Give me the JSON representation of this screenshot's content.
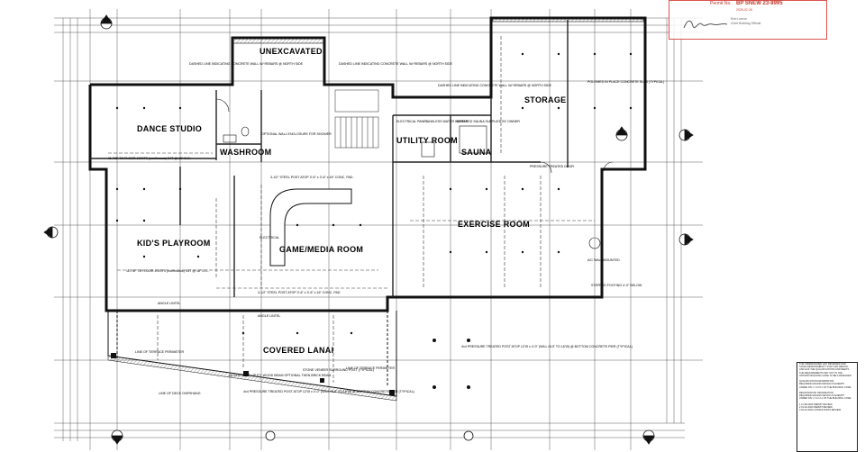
{
  "stamp": {
    "prefix": "Permit No.",
    "permit": "BP SNEW 23-8995",
    "date": "2025-02-26",
    "officer_name": "Rob Lemon",
    "officer_role": "Chief Building Official"
  },
  "rooms": {
    "unexcavated": "UNEXCAVATED",
    "storage": "STORAGE",
    "dance_studio": "DANCE STUDIO",
    "washroom": "WASHROOM",
    "utility_room": "UTILITY ROOM",
    "sauna": "SAUNA",
    "exercise_room": "EXERCISE ROOM",
    "kids_playroom": "KID'S PLAYROOM",
    "game_media_room": "GAME/MEDIA ROOM",
    "covered_lanai": "COVERED LANAI"
  },
  "notes": {
    "dashed_left": "DASHED LINE INDICATING CONCRETE WALL W/ REBARS @ NORTH SIDE",
    "dashed_right": "DASHED LINE INDICATING CONCRETE WALL W/ REBARS @ NORTH SIDE",
    "dashed_mid": "DASHED LINE INDICATING CONCRETE WALL W/ REBARS @ NORTH SIDE",
    "polished": "POLISHED IN PLACE CONCRETE SLAB (TYPICAL)",
    "electrical": "ELECTRICAL PANEL",
    "tankless": "TANKLESS WATER HEATER",
    "infrared": "INFRARED SAUNA SUPPLIED BY OWNER",
    "optional_wall": "OPTIONAL WALL ENCLOSURE FOR SHOWER",
    "joists_1": "11-7/8\" TJI FLOOR JOISTS (continuous) S4T @ 16\" O.C.",
    "joists_2": "11-7/8\" TJI FLOOR JOISTS (continuous) S4T @ 16\" O.C.",
    "steel_post_1": "3-1/2\" STEEL POST ATOP 3'-6\" x 3'-6\" x 16\" CONC. PAD",
    "steel_post_2": "3-1/2\" STEEL POST ATOP 3'-6\" x 3'-6\" x 16\" CONC. PAD",
    "angle_lintel_1": "ANGLE LINTEL",
    "angle_lintel_2": "ANGLE LINTEL",
    "line_terrace_1": "LINE OF TERRACE PERIMETER",
    "line_terrace_2": "LINE OF TERRACE PERIMETER",
    "line_deck": "LINE OF DECK OVERHANG",
    "pressure_treated_1": "4x4 PRESSURE TREATED POST ATOP 12\"Ø x 4'-0\" (WILL OUT TO 16\"Ø) @ BOTTOM CONCRETE PIER (TYPICAL)",
    "pressure_treated_2": "4x4 PRESSURE TREATED POST ATOP 12\"Ø x 4'-0\" (WILL OUT TO 16\"Ø) @ BOTTOM CONCRETE PIER (TYPICAL)",
    "stone_veneer": "STONE VENEER SURROUND POST (TYPICAL)",
    "optional_beam": "(4) 2x10 BUILT UP P.T. WOOD BEAM OPTIONAL THEN BRICK BEAM",
    "pressure_5": "PRESSURE TREATED DOOR",
    "stepped_footing": "STEPPED FOOTING 4'-0\" BELOW",
    "ac": "A/C WALL MOUNTED",
    "elec": "ELECTRICAL"
  },
  "section_marks": [
    "A",
    "A5",
    "B",
    "A5",
    "B",
    "A5",
    "C",
    "A5",
    "D",
    "A6"
  ],
  "titleblock": {
    "lines": [
      "THE UNDERSIGNED HAS REVIEWED AND",
      "TAKES RESPONSIBILITY FOR THIS DESIGN,",
      "AND HAS THE QUALIFICATIONS AND MEETS",
      "THE REQUIREMENTS SET OUT IN THE",
      "ONTARIO BUILDING CODE TO BE A DESIGNER",
      "",
      "QUALIFICATION INFORMATION",
      "REQUIRED UNLESS DESIGN IS EXEMPT",
      "UNDER DIV. C 3.2.5.1 OF THE BUILDING CODE",
      "",
      "REGISTRATION INFORMATION",
      "REQUIRED UNLESS DESIGN IS EXEMPT",
      "UNDER DIV. C 3.2.4.1 OF THE BUILDING CODE",
      "",
      "1  11-08-2023  PERMIT REVIEW",
      "2  01-02-2024  PERMIT REVIEW",
      "3  02-10-2024  CONSULTANTS REVIEW"
    ]
  }
}
